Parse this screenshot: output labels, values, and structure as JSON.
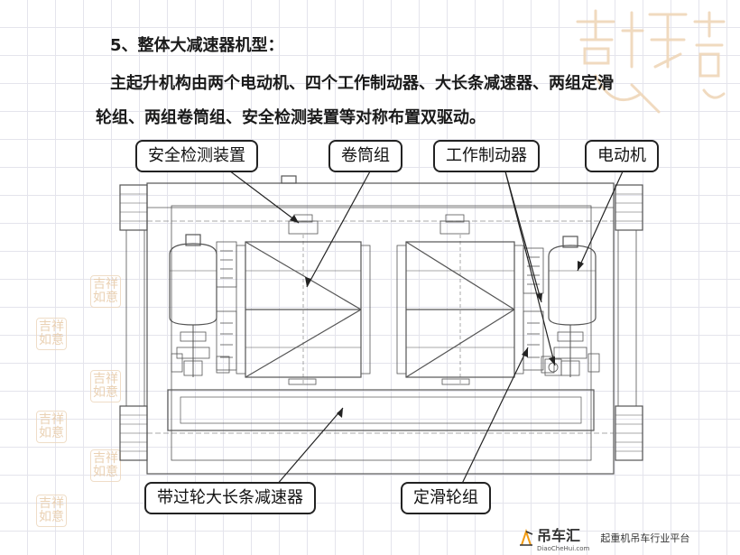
{
  "text": {
    "heading": "5、整体大减速器机型：",
    "para_line1": "主起升机构由两个电动机、四个工作制动器、大长条减速器、两组定滑",
    "para_line2": "轮组、两组卷筒组、安全检测装置等对称布置双驱动。"
  },
  "labels": {
    "safety": "安全检测装置",
    "drum": "卷筒组",
    "brake": "工作制动器",
    "motor": "电动机",
    "reducer": "带过轮大长条减速器",
    "pulley": "定滑轮组"
  },
  "watermark": {
    "big_chars": "吉祥意",
    "seal_text": "吉祥如意"
  },
  "footer": {
    "brand": "吊车汇",
    "domain": "DiaoCheHui.com",
    "slogan": "起重机吊车行业平台"
  },
  "colors": {
    "line": "#555555",
    "label_border": "#222222",
    "grid": "#e2e2ea",
    "seal": "#e7c9a6",
    "logo_accent": "#f39c12"
  }
}
